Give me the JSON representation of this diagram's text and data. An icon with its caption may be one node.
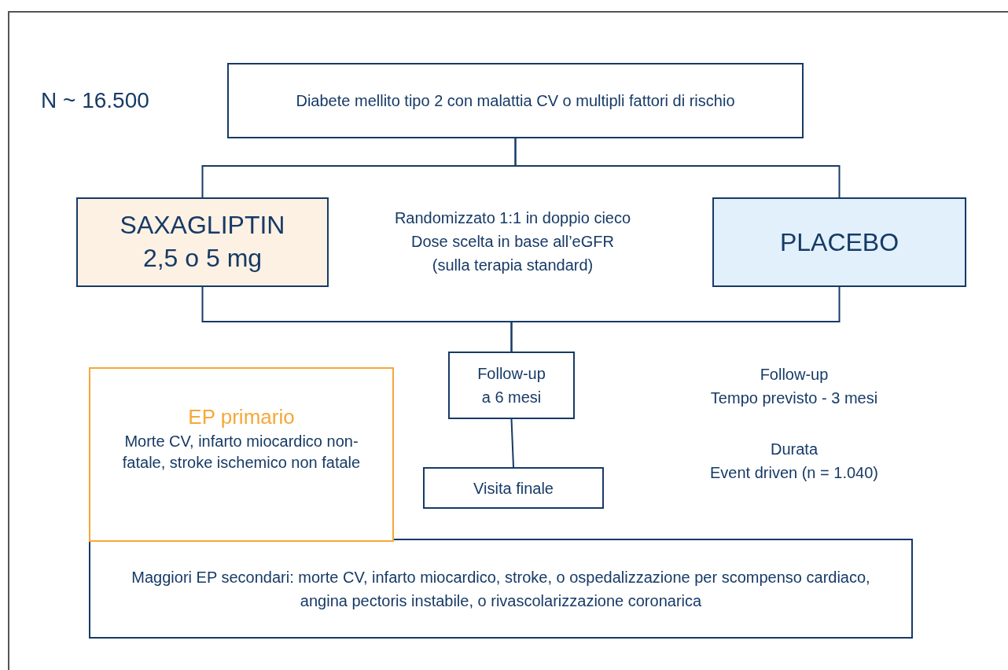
{
  "diagram": {
    "nodes": [
      {
        "text": [
          "Diabete mellito tipo 2 con malattia CV o multipli fattori di rischio"
        ]
      },
      {
        "text": [
          "SAXAGLIPTIN 2,5 o 5 mg"
        ]
      },
      {
        "text": [
          "PLACEBO"
        ]
      },
      {
        "text": [
          "Follow-up a 6 mesi"
        ]
      },
      {
        "text": [
          "Visita finale"
        ]
      },
      {
        "text": [
          "EP primario",
          "Morte CV, infarto miocardico non-fatale, stroke ischemico non fatale"
        ]
      },
      {
        "text": [
          "Maggiori EP secondari: morte CV, infarto miocardico, stroke, o ospedalizzazione per scompenso cardiaco, angina pectoris instabile, o rivascolarizzazione coronarica"
        ]
      }
    ],
    "edges": [
      {
        "from": 0,
        "to": 1,
        "arrow": "none"
      },
      {
        "from": 0,
        "to": 2,
        "arrow": "none"
      },
      {
        "from": 1,
        "to": 3,
        "arrow": "none"
      },
      {
        "from": 2,
        "to": 3,
        "arrow": "none"
      },
      {
        "from": 3,
        "to": 4,
        "arrow": "none"
      }
    ],
    "labels": [
      "N ~ 16.500",
      "Randomizzato 1:1 in doppio cieco",
      "Dose scelta in base all’eGFR",
      "(sulla terapia standard)",
      "Follow-up",
      "Tempo previsto - 3 mesi",
      "Durata",
      "Event driven (n = 1.040)"
    ]
  }
}
